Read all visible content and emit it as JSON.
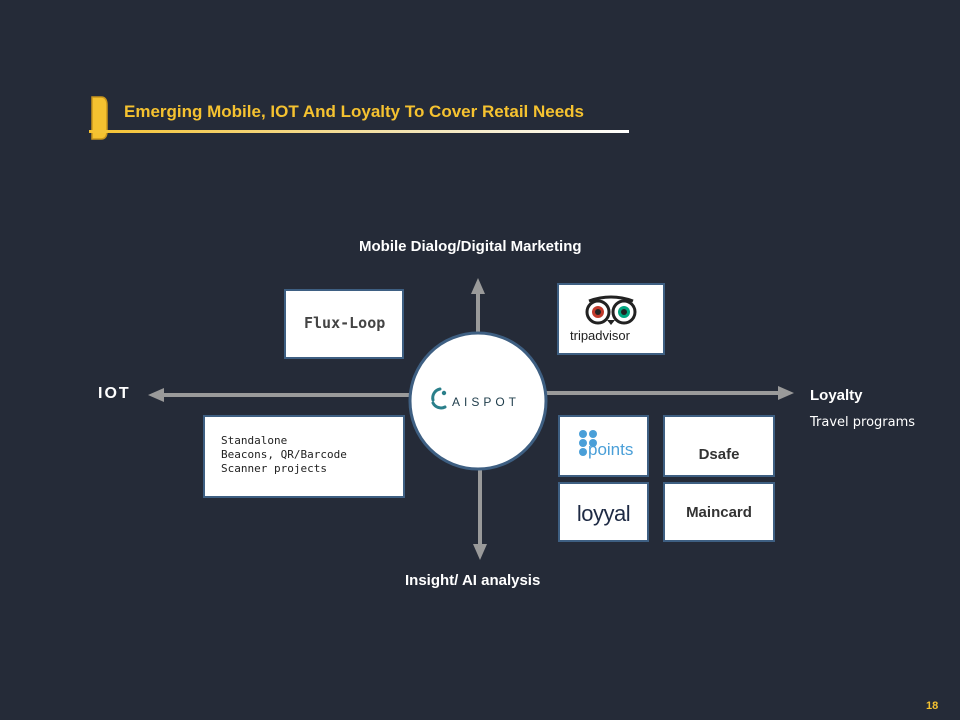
{
  "title": "Emerging Mobile, IOT And Loyalty To Cover Retail Needs",
  "axes": {
    "top": "Mobile Dialog/Digital Marketing",
    "bottom": "Insight/ AI analysis",
    "left": "IOT",
    "right": "Loyalty",
    "right_sub": "Travel programs"
  },
  "center": {
    "logo_text": "AISPOT"
  },
  "boxes": {
    "flux_loop": "Flux-Loop",
    "standalone": [
      "Standalone",
      "Beacons, QR/Barcode",
      "Scanner projects"
    ],
    "tripadvisor": "tripadvisor",
    "points": "points",
    "dsafe": "Dsafe",
    "loyyal": "loyyal",
    "maincard": "Maincard"
  },
  "page_number": "18",
  "colors": {
    "background": "#252b38",
    "accent": "#f5c230",
    "box_border": "#3e5f82",
    "arrow": "#9a9a9a",
    "tripadvisor_green": "#00a680",
    "points_blue": "#4a9fd8",
    "aispot_teal": "#2a7f8a"
  }
}
